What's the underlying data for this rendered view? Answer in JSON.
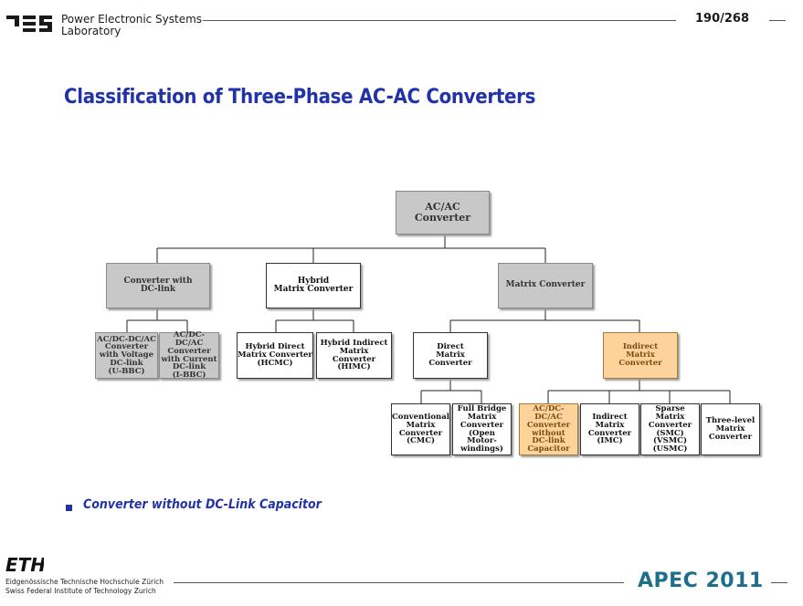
{
  "header": {
    "lab_line1": "Power Electronic Systems",
    "lab_line2": "Laboratory",
    "page_number": "190/268"
  },
  "title": "Classification of Three-Phase AC-AC Converters",
  "diagram": {
    "root": "AC/AC Converter",
    "level1": {
      "dc_link": "Converter with\nDC-link",
      "hybrid": "Hybrid\nMatrix Converter",
      "matrix": "Matrix Converter"
    },
    "level2": {
      "u_bbc": "AC/DC-DC/AC\nConverter\nwith Voltage\nDC-link\n(U-BBC)",
      "i_bbc": "AC/DC-DC/AC\nConverter\nwith Current\nDC-link\n(I-BBC)",
      "hcmc": "Hybrid Direct\nMatrix Converter\n(HCMC)",
      "himc": "Hybrid Indirect\nMatrix Converter\n(HIMC)",
      "direct": "Direct\nMatrix Converter",
      "indirect": "Indirect\nMatrix Converter"
    },
    "level3": {
      "cmc": "Conventional\nMatrix\nConverter\n(CMC)",
      "full_bridge": "Full Bridge\nMatrix\nConverter\n(Open Motor-\nwindings)",
      "no_dc_link": "AC/DC-\nDC/AC\nConverter\nwithout\nDC-link\nCapacitor",
      "imc": "Indirect\nMatrix\nConverter\n(IMC)",
      "smc": "Sparse\nMatrix\nConverter\n(SMC)\n(VSMC)\n(USMC)",
      "three_level": "Three-level\nMatrix\nConverter"
    }
  },
  "bullet": "Converter without DC-Link Capacitor",
  "footer": {
    "eth_logo": "ETH",
    "eth_line1": "Eidgenössische Technische Hochschule Zürich",
    "eth_line2": "Swiss Federal Institute of Technology Zurich",
    "apec": "APEC 2011"
  },
  "colors": {
    "title_blue": "#2233aa",
    "gray_node": "#c8c8c8",
    "highlight_orange": "#fbd39b",
    "apec_blue": "#1c6e8a"
  }
}
